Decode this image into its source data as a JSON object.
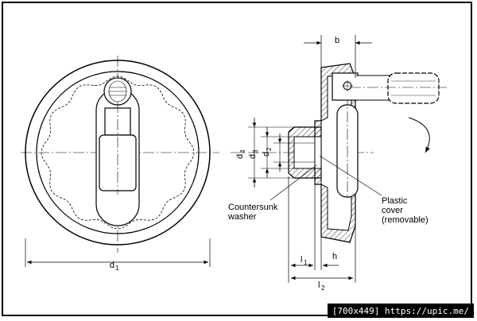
{
  "labels": {
    "b": "b",
    "d": "d",
    "d1_sub": "1",
    "d2_sub": "2",
    "d3_sub": "3",
    "d4_sub": "4",
    "l": "l",
    "l1_sub": "1",
    "l2_sub": "2",
    "h": "h",
    "countersunk_line1": "Countersunk",
    "countersunk_line2": "washer",
    "plastic_line1": "Plastic",
    "plastic_line2": "cover",
    "plastic_line3": "(removable)"
  },
  "watermark": "[700x449] https://upic.me/"
}
